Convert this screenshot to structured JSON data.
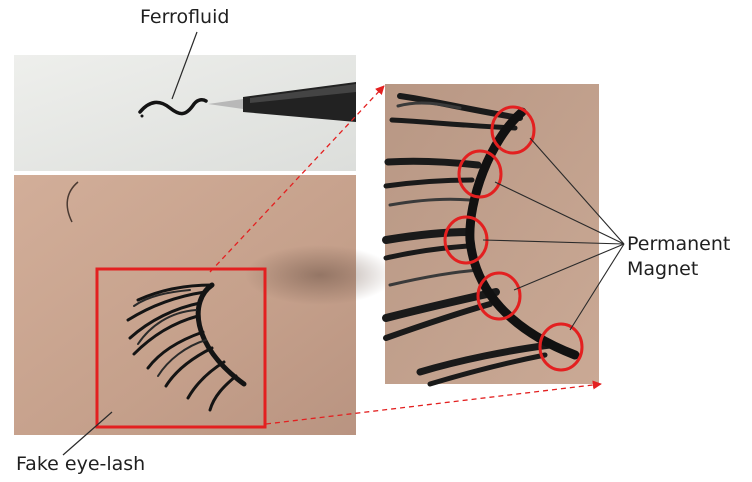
{
  "labels": {
    "ferrofluid": "Ferrofluid",
    "fake_eyelash": "Fake eye-lash",
    "permanent_magnet_line1": "Permanent",
    "permanent_magnet_line2": "Magnet"
  },
  "colors": {
    "highlight_red": "#e32020",
    "leader_line": "#2a2a2a",
    "paper_background": "#e9eae7",
    "skin_background": "#c9a48f",
    "lash_black": "#141414"
  },
  "icons": {
    "ferrofluid_photo": "ferrofluid-drop-and-applicator-photo",
    "eyelash_photo": "fake-eyelash-on-skin-photo",
    "zoom_photo": "eyelash-magnet-closeup-photo"
  }
}
